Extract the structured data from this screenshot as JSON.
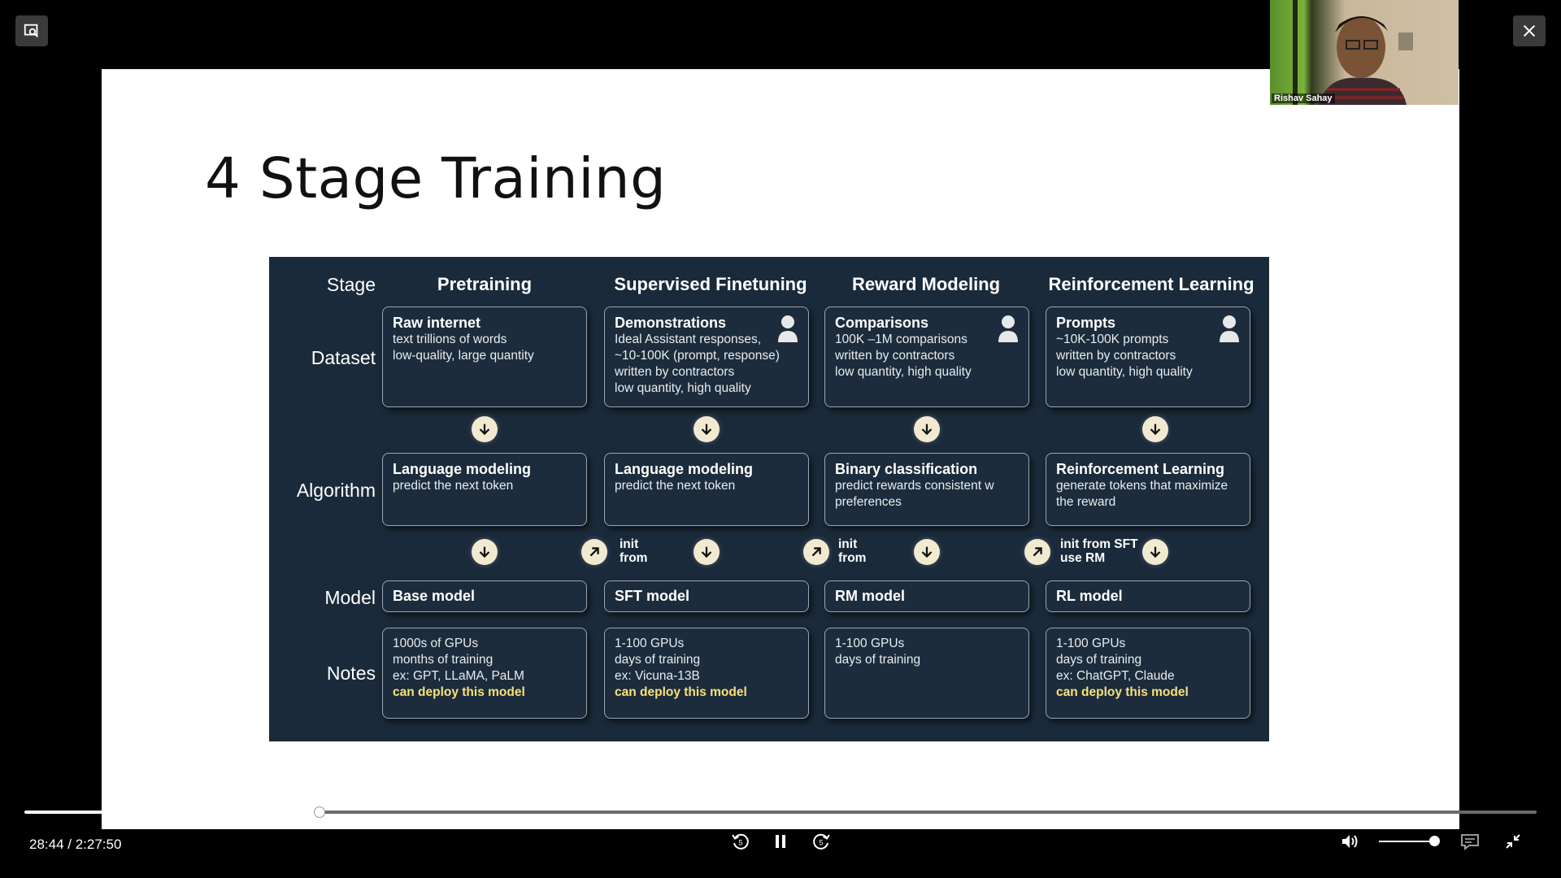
{
  "slide": {
    "title": "4 Stage Training"
  },
  "webcam": {
    "participant_name": "Rishav Sahay"
  },
  "figure": {
    "row_labels": [
      "Stage",
      "Dataset",
      "Algorithm",
      "Model",
      "Notes"
    ],
    "columns": [
      {
        "stage": "Pretraining",
        "dataset_title": "Raw internet",
        "dataset_lines": [
          "text trillions of words",
          "low-quality, large quantity"
        ],
        "algorithm_title": "Language modeling",
        "algorithm_lines": [
          "predict the next token"
        ],
        "model": "Base model",
        "notes_lines": [
          "1000s of GPUs",
          "months of training",
          "ex: GPT, LLaMA, PaLM"
        ],
        "notes_highlight": "can deploy this model"
      },
      {
        "stage": "Supervised Finetuning",
        "dataset_title": "Demonstrations",
        "dataset_lines": [
          "Ideal Assistant responses,",
          "~10-100K (prompt, response)",
          "written by contractors",
          "low quantity, high quality"
        ],
        "algorithm_title": "Language modeling",
        "algorithm_lines": [
          "predict the next token"
        ],
        "model": "SFT model",
        "notes_lines": [
          "1-100 GPUs",
          "days of training",
          "ex: Vicuna-13B"
        ],
        "notes_highlight": "can deploy this model",
        "init_label_1": "init",
        "init_label_2": "from"
      },
      {
        "stage": "Reward Modeling",
        "dataset_title": "Comparisons",
        "dataset_lines": [
          "100K –1M comparisons",
          "written by contractors",
          "low quantity, high quality"
        ],
        "algorithm_title": "Binary classification",
        "algorithm_lines": [
          "predict rewards consistent w",
          "preferences"
        ],
        "model": "RM model",
        "notes_lines": [
          "1-100 GPUs",
          "days of training"
        ],
        "notes_highlight": "",
        "init_label_1": "init",
        "init_label_2": "from"
      },
      {
        "stage": "Reinforcement Learning",
        "dataset_title": "Prompts",
        "dataset_lines": [
          "~10K-100K prompts",
          "written by contractors",
          "low quantity, high quality"
        ],
        "algorithm_title": "Reinforcement Learning",
        "algorithm_lines": [
          "generate tokens that maximize",
          "the reward"
        ],
        "model": "RL model",
        "notes_lines": [
          "1-100 GPUs",
          "days of training",
          "ex: ChatGPT, Claude"
        ],
        "notes_highlight": "can deploy this model",
        "init_label_1": "init from SFT",
        "init_label_2": "use RM"
      }
    ]
  },
  "player": {
    "time_display": "28:44 / 2:27:50",
    "progress_fraction": 0.195,
    "volume_fraction": 0.85,
    "skip_back_seconds": "5",
    "skip_forward_seconds": "5",
    "icons": {
      "top_left": "screen-capture-icon",
      "top_right": "close-icon",
      "rewind": "skip-back-5-icon",
      "play_pause": "pause-icon",
      "forward": "skip-forward-5-icon",
      "volume": "volume-icon",
      "captions": "captions-icon",
      "fullscreen": "exit-fullscreen-icon"
    }
  }
}
